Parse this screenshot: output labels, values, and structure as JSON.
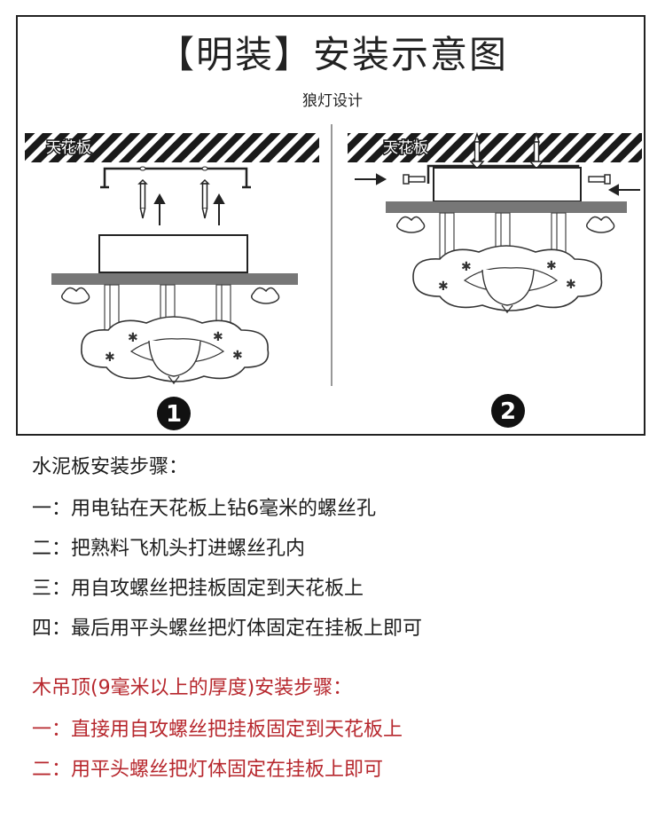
{
  "header": {
    "title": "【明装】安装示意图",
    "subtitle": "狼灯设计"
  },
  "panels": [
    {
      "ceiling_label": "天花板",
      "step_number": "1"
    },
    {
      "ceiling_label": "天花板",
      "step_number": "2"
    }
  ],
  "instructions": {
    "concrete": {
      "heading": "水泥板安装步骤：",
      "steps": [
        "一：用电钻在天花板上钻6毫米的螺丝孔",
        "二：把熟料飞机头打进螺丝孔内",
        "三：用自攻螺丝把挂板固定到天花板上",
        "四：最后用平头螺丝把灯体固定在挂板上即可"
      ]
    },
    "wood": {
      "heading": "木吊顶(9毫米以上的厚度)安装步骤：",
      "steps": [
        "一：直接用自攻螺丝把挂板固定到天花板上",
        "二：用平头螺丝把灯体固定在挂板上即可"
      ]
    }
  },
  "colors": {
    "accent_red": "#b7282e",
    "ink": "#1d1d1d",
    "plate": "#777777"
  }
}
